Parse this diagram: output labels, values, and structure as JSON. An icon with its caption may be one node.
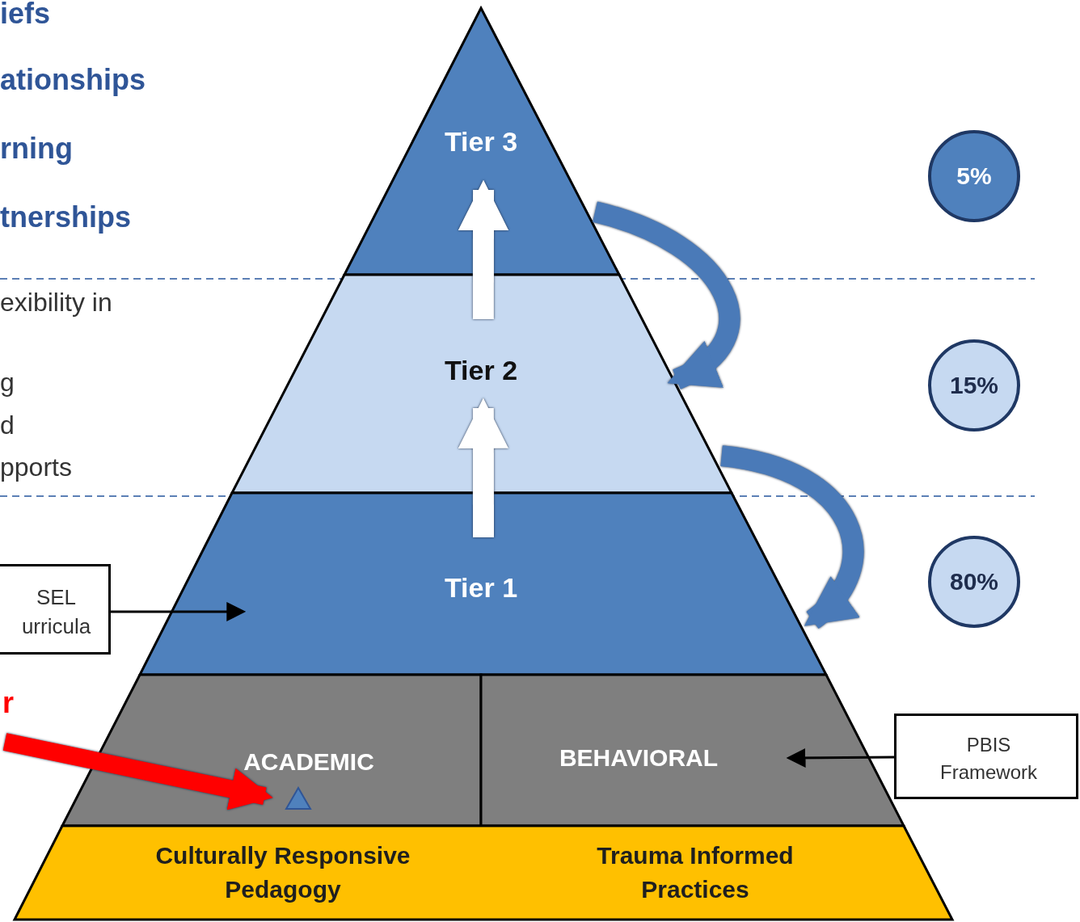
{
  "diagram": {
    "nodes": [
      {
        "text": [
          "Tier 3"
        ]
      },
      {
        "text": [
          "Tier 2"
        ]
      },
      {
        "text": [
          "Tier 1"
        ]
      },
      {
        "text": [
          "ACADEMIC"
        ]
      },
      {
        "text": [
          "BEHAVIORAL"
        ]
      },
      {
        "text": [
          "Culturally Responsive Pedagogy",
          "Trauma Informed Practices"
        ]
      },
      {
        "text": [
          "5%"
        ]
      },
      {
        "text": [
          "15%"
        ]
      },
      {
        "text": [
          "80%"
        ]
      },
      {
        "text": [
          "SEL urricula"
        ]
      },
      {
        "text": [
          "PBIS Framework"
        ]
      },
      {
        "text": [],
        "shape": "triangle",
        "in": 3
      },
      {
        "text": [
          "r"
        ]
      }
    ],
    "edges": [
      {
        "from": 2,
        "to": 1,
        "arrow": "to",
        "color": "#ffffff"
      },
      {
        "from": 1,
        "to": 0,
        "arrow": "to",
        "color": "#ffffff"
      },
      {
        "from": 0,
        "to": 1,
        "arrow": "to",
        "color": "#4a7ab8"
      },
      {
        "from": 1,
        "to": 2,
        "arrow": "to",
        "color": "#4a7ab8"
      },
      {
        "from": 9,
        "to": 2,
        "arrow": "to",
        "color": "#000000"
      },
      {
        "from": 10,
        "to": 4,
        "arrow": "to",
        "color": "#000000"
      },
      {
        "from": 12,
        "to": 11,
        "arrow": "to",
        "color": "#ff0000"
      }
    ],
    "labels": [
      "iefs",
      "ationships",
      "rning",
      "tnerships",
      "exibility in",
      "g",
      "d",
      "pports"
    ]
  }
}
